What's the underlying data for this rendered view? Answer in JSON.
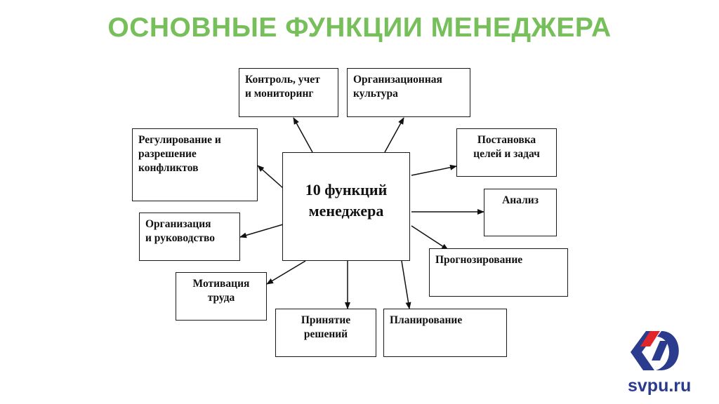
{
  "title": "ОСНОВНЫЕ ФУНКЦИИ МЕНЕДЖЕРА",
  "center": {
    "label": "10 функций\nменеджера"
  },
  "functions": [
    {
      "id": "control",
      "label": "Контроль, учет\nи мониторинг"
    },
    {
      "id": "culture",
      "label": "Организационная\nкультура"
    },
    {
      "id": "conflicts",
      "label": "Регулирование и\nразрешение\nконфликтов"
    },
    {
      "id": "goals",
      "label": "Постановка\nцелей и задач"
    },
    {
      "id": "analysis",
      "label": "Анализ"
    },
    {
      "id": "organization",
      "label": "Организация\nи руководство"
    },
    {
      "id": "forecasting",
      "label": "Прогнозирование"
    },
    {
      "id": "motivation",
      "label": "Мотивация\nтруда"
    },
    {
      "id": "decisions",
      "label": "Принятие\nрешений"
    },
    {
      "id": "planning",
      "label": "Планирование"
    }
  ],
  "logo": {
    "site": "svpu.ru",
    "brand_blue": "#2b3c8f",
    "brand_red": "#e0262b"
  },
  "colors": {
    "title": "#77bf5a",
    "border": "#1a1a1a"
  }
}
